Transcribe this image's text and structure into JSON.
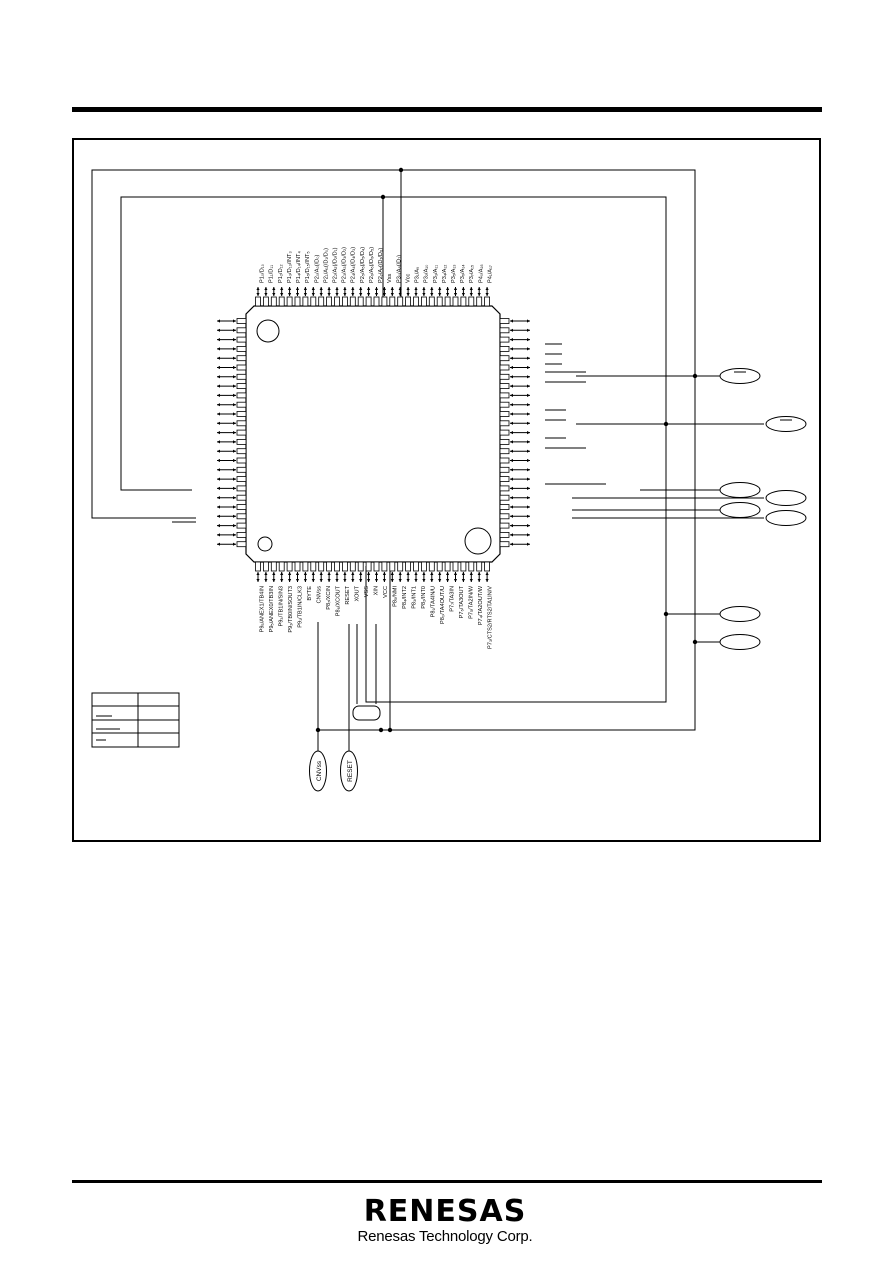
{
  "brand": {
    "logo_text": "RENESAS",
    "company": "Renesas Technology Corp."
  },
  "chip": {
    "top_pins": [
      "P1₀/D₁₀",
      "P1₁/D₁₁",
      "P1₂/D₁₂",
      "P1₃/D₁₃/INT₃",
      "P1₄/D₁₄/INT₄",
      "P1₅/D₁₅/INT₅",
      "P2₀/A₀(/D₀)",
      "P2₁/A₁(/D₁/D₀)",
      "P2₂/A₂(/D₂/D₁)",
      "P2₃/A₃(/D₃/D₂)",
      "P2₄/A₄(/D₄/D₃)",
      "P2₅/A₅(/D₅/D₄)",
      "P2₆/A₆(/D₆/D₅)",
      "P2₇/A₇(/D₇/D₆)",
      "Vss",
      "P3₀/A₈(/D₇)",
      "Vcc",
      "P3₁/A₉",
      "P3₂/A₁₀",
      "P3₃/A₁₁",
      "P3₄/A₁₂",
      "P3₅/A₁₃",
      "P3₆/A₁₄",
      "P3₇/A₁₅",
      "P4₀/A₁₆",
      "P4₁/A₁₇"
    ],
    "bottom_pins": [
      "P9₆/ANEX1/TB4IN",
      "P9₅/ANEX0/TB3IN",
      "P9₃/TB1IN/SIN3",
      "P9₂/TB0IN/SOUT3",
      "P9₁/TB1IN/CLK3",
      "BYTE",
      "CNVss",
      "P8₇/XCIN",
      "P8₆/XCOUT",
      "RESET",
      "XOUT",
      "VSS",
      "XIN",
      "VCC",
      "P8₅/NMI",
      "P8₄/INT2",
      "P8₃/INT1",
      "P8₂/INT0",
      "P8₁/TA4IN/U",
      "P8₀/TA4OUT/U",
      "P7₇/TA3IN",
      "P7₆/TA3OUT",
      "P7₅/TA2IN/W",
      "P7₄/TA2OUT/W",
      "P7₃/CTS2/RTS2/TA1IN/V"
    ]
  },
  "terminals": {
    "cnvss": "CNVss",
    "reset": "RESET"
  }
}
